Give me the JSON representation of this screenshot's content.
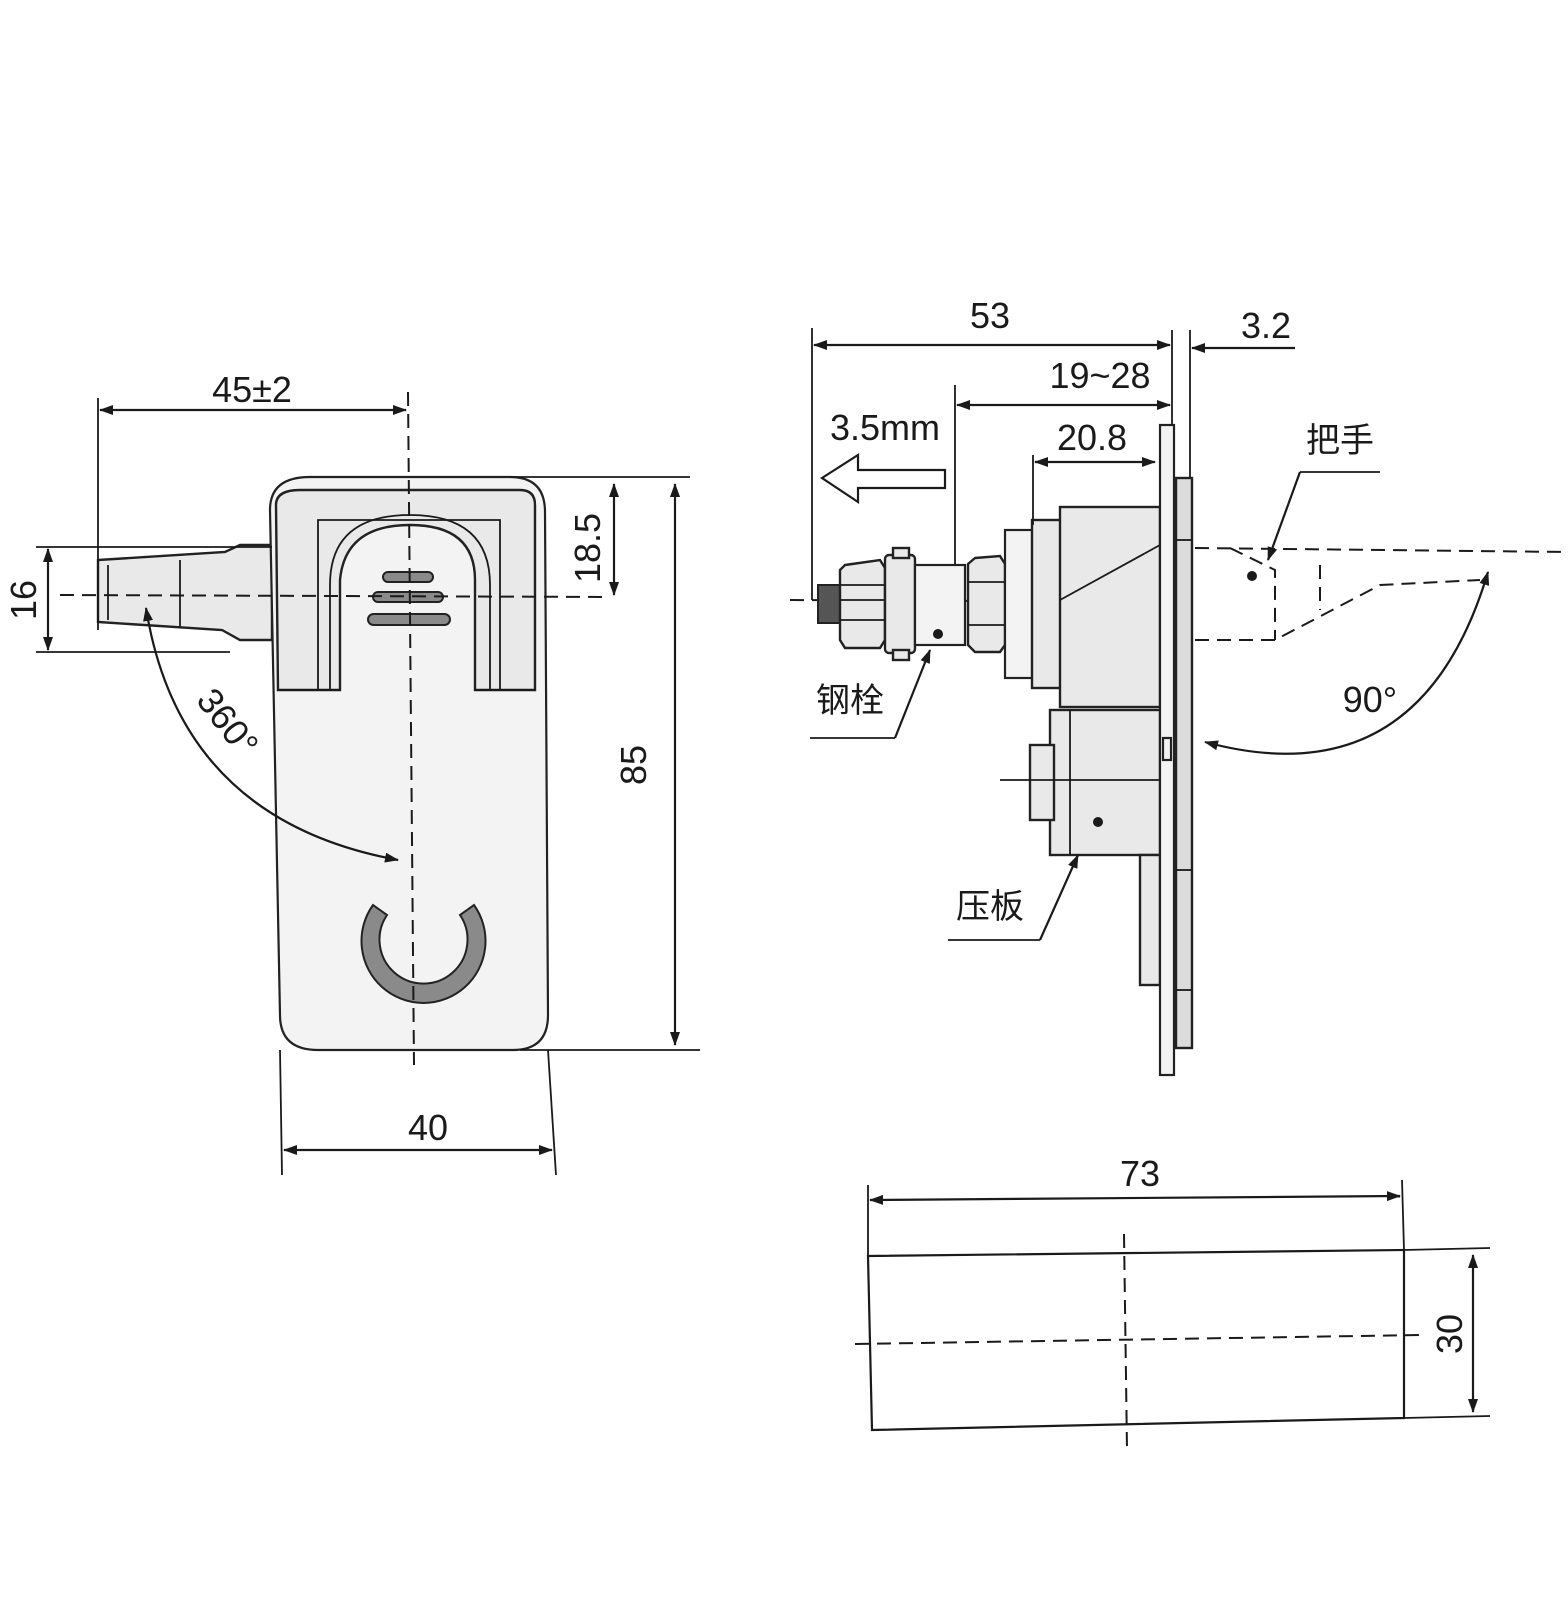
{
  "front_view": {
    "dim_handle_reach": "45±2",
    "dim_handle_height": "16",
    "dim_top_offset": "18.5",
    "dim_total_height": "85",
    "dim_width": "40",
    "rotation_angle": "360°"
  },
  "side_view": {
    "dim_total_depth": "53",
    "dim_panel_thickness": "3.2",
    "dim_adjust_range": "19~28",
    "dim_body_depth": "20.8",
    "bolt_travel": "3.5mm",
    "label_handle": "把手",
    "label_steel_bolt": "钢栓",
    "label_pressure_plate": "压板",
    "handle_angle": "90°"
  },
  "cutout_view": {
    "dim_length": "73",
    "dim_height": "30"
  },
  "colors": {
    "line": "#1a1a1a",
    "part_fill": "#e9e9e9",
    "ring_fill": "#8a8a8a"
  }
}
